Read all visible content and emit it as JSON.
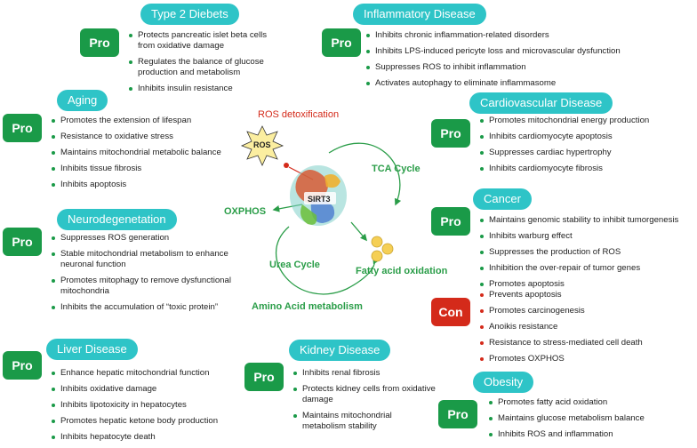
{
  "sections": {
    "type2": {
      "title": "Type 2 Diebets",
      "badge": "Pro",
      "items": [
        "Protects pancreatic islet beta cells from oxidative damage",
        "Regulates the balance of glucose production and metabolism",
        "Inhibits insulin resistance"
      ]
    },
    "inflammatory": {
      "title": "Inflammatory Disease",
      "badge": "Pro",
      "items": [
        "Inhibits chronic inflammation-related disorders",
        "Inhibits LPS-induced pericyte loss and microvascular dysfunction",
        "Suppresses ROS to inhibit inflammation",
        "Activates autophagy to eliminate inflammasome"
      ]
    },
    "aging": {
      "title": "Aging",
      "badge": "Pro",
      "items": [
        "Promotes the extension of lifespan",
        "Resistance to oxidative stress",
        "Maintains mitochondrial metabolic balance",
        "Inhibits tissue fibrosis",
        "Inhibits apoptosis"
      ]
    },
    "cardio": {
      "title": "Cardiovascular Disease",
      "badge": "Pro",
      "items": [
        "Promotes mitochondrial energy production",
        "Inhibits cardiomyocyte apoptosis",
        "Suppresses cardiac hypertrophy",
        "Inhibits cardiomyocyte fibrosis"
      ]
    },
    "neuro": {
      "title": "Neurodegenetation",
      "badge": "Pro",
      "items": [
        "Suppresses ROS generation",
        "Stable mitochondrial metabolism to enhance neuronal function",
        "Promotes mitophagy to remove dysfunctional mitochondria",
        "Inhibits the accumulation of “toxic protein”"
      ]
    },
    "cancer": {
      "title": "Cancer",
      "badge_pro": "Pro",
      "badge_con": "Con",
      "pro_items": [
        "Maintains genomic stability to inhibit tumorgenesis",
        "Inhibits warburg effect",
        "Suppresses the production of ROS",
        "Inhibition the over-repair of tumor genes",
        "Promotes apoptosis"
      ],
      "con_items": [
        "Prevents apoptosis",
        "Promotes carcinogenesis",
        "Anoikis resistance",
        "Resistance to stress-mediated cell death",
        "Promotes OXPHOS"
      ]
    },
    "liver": {
      "title": "Liver Disease",
      "badge": "Pro",
      "items": [
        "Enhance hepatic mitochondrial function",
        "Inhibits oxidative damage",
        "Inhibits lipotoxicity in hepatocytes",
        "Promotes hepatic ketone body production",
        "Inhibits hepatocyte death"
      ]
    },
    "kidney": {
      "title": "Kidney Disease",
      "badge": "Pro",
      "items": [
        "Inhibits renal fibrosis",
        "Protects kidney cells from oxidative damage",
        "Maintains mitochondrial metabolism stability"
      ]
    },
    "obesity": {
      "title": "Obesity",
      "badge": "Pro",
      "items": [
        "Promotes fatty acid oxidation",
        "Maintains glucose metabolism balance",
        "Inhibits ROS and inflammation"
      ]
    }
  },
  "center": {
    "ros_detox": "ROS detoxification",
    "ros": "ROS",
    "tca": "TCA Cycle",
    "oxphos": "OXPHOS",
    "sirt3": "SIRT3",
    "urea": "Urea Cycle",
    "fatty": "Fatty acid oxidation",
    "amino": "Amino Acid metabolism"
  },
  "colors": {
    "pro": "#1a9a48",
    "con": "#d42a1a",
    "title_bg": "#2ec4c7"
  }
}
